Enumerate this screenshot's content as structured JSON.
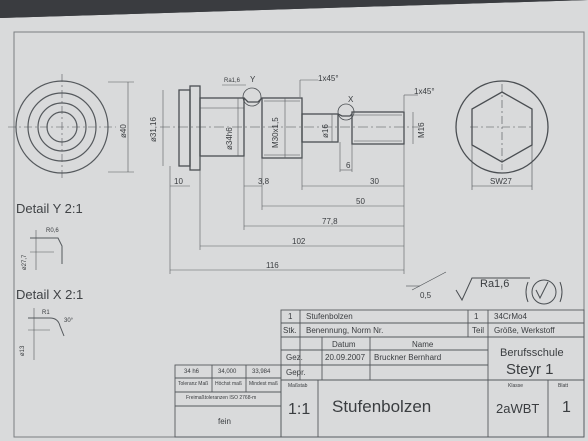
{
  "views": {
    "diameter_label": "ø40",
    "across_flats_label": "SW27"
  },
  "part_view": {
    "diameter_labels": [
      "ø31,16",
      "ø34h6",
      "M30x1,5",
      "ø16",
      "M16"
    ],
    "chamfer_labels": [
      "1x45°",
      "1x45°"
    ],
    "detail_markers": [
      "Y",
      "X"
    ],
    "roughness_top": "Ra1,6",
    "lengths": [
      "10",
      "3,8",
      "6",
      "30",
      "50",
      "77,8",
      "102",
      "116"
    ]
  },
  "details": {
    "y_title": "Detail Y 2:1",
    "y_labels": [
      "R0,6",
      "ø27,7"
    ],
    "x_title": "Detail X 2:1",
    "x_labels": [
      "R1",
      "30°",
      "ø13"
    ]
  },
  "surface_finish": {
    "tolerance": "0,5",
    "roughness": "Ra1,6"
  },
  "title_block": {
    "parts_row": {
      "pos": "1",
      "name": "Stufenbolzen",
      "qty": "1",
      "material": "34CrMo4"
    },
    "header_row": {
      "col1": "Stk.",
      "col2": "Benennung, Norm Nr.",
      "col3": "Teil",
      "col4": "Größe, Werkstoff"
    },
    "date_header": "Datum",
    "name_header": "Name",
    "gez_label": "Gez.",
    "gez_date": "20.09.2007",
    "gez_name": "Bruckner Bernhard",
    "gepr_label": "Gepr.",
    "school_label": "Berufsschule",
    "school_name": "Steyr 1",
    "fit_values": [
      "34 h6",
      "34,000",
      "33,984"
    ],
    "fit_headers": [
      "Toleranz Maß",
      "Höchst maß",
      "Mindest maß"
    ],
    "general_tolerance": "Freimaßtoleranzen ISO 2768-m",
    "general_tolerance_value": "fein",
    "scale_label": "Maßstab",
    "scale": "1:1",
    "drawing_title": "Stufenbolzen",
    "class_label": "Klasse",
    "class_value": "2aWBT",
    "sheet_label": "Blatt",
    "sheet_value": "1"
  }
}
